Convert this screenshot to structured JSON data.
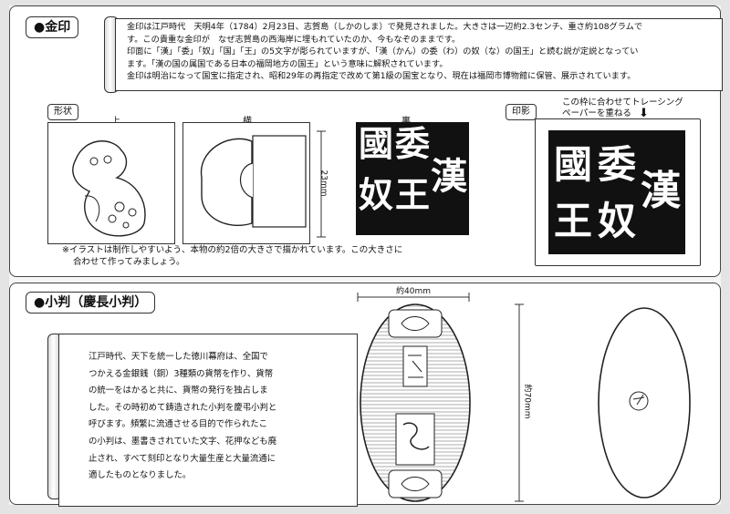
{
  "kinin": {
    "title": "●金印",
    "description": [
      "金印は江戸時代　天明4年（1784）2月23日、志賀島（しかのしま）で発見されました。大きさは一辺約2.3センチ、重さ約108グラムで",
      "す。この貴重な金印が　なぜ志賀島の西海岸に埋もれていたのか、今もなぞのままです。",
      "印面に「漢」「委」「奴」「国」「王」の5文字が彫られていますが、「漢（かん）の委（わ）の奴（な）の国王」と読む説が定説となってい",
      "ます。「漢の国の属国である日本の福岡地方の国王」という意味に解釈されています。",
      "金印は明治になって国宝に指定され、昭和29年の再指定で改めて第1級の国宝となり、現在は福岡市博物館に保管、展示されています。"
    ],
    "shape_tab": "形状",
    "view_top": "上",
    "view_side": "横",
    "view_back": "裏",
    "dimension": "23mm",
    "seal_back_chars": [
      "國",
      "奴",
      "委",
      "王",
      "漢"
    ],
    "imprint_tab": "印影",
    "imprint_caption": [
      "この枠に合わせてトレーシング",
      "ペーパーを重ねる"
    ],
    "imprint_arrow": "⬇",
    "imprint_chars": [
      "漢",
      "委",
      "奴",
      "國",
      "王"
    ],
    "note": [
      "※イラストは制作しやすいよう、本物の約2倍の大きさで描かれています。この大きさに",
      "合わせて作ってみましょう。"
    ]
  },
  "koban": {
    "title": "●小判（慶長小判）",
    "description": [
      "江戸時代、天下を統一した徳川幕府は、全国で",
      "つかえる金銀銭（銅）3種類の貨幣を作り、貨幣",
      "の統一をはかると共に、貨幣の発行を独占しま",
      "した。その時初めて鋳造された小判を慶弔小判と",
      "呼びます。頻繁に流通させる目的で作られたこ",
      "の小判は、墨書きされていた文字、花押なども廃",
      "止され、すべて刻印となり大量生産と大量流通に",
      "適したものとなりました。"
    ],
    "width_label": "約40mm",
    "height_label": "約70mm"
  }
}
